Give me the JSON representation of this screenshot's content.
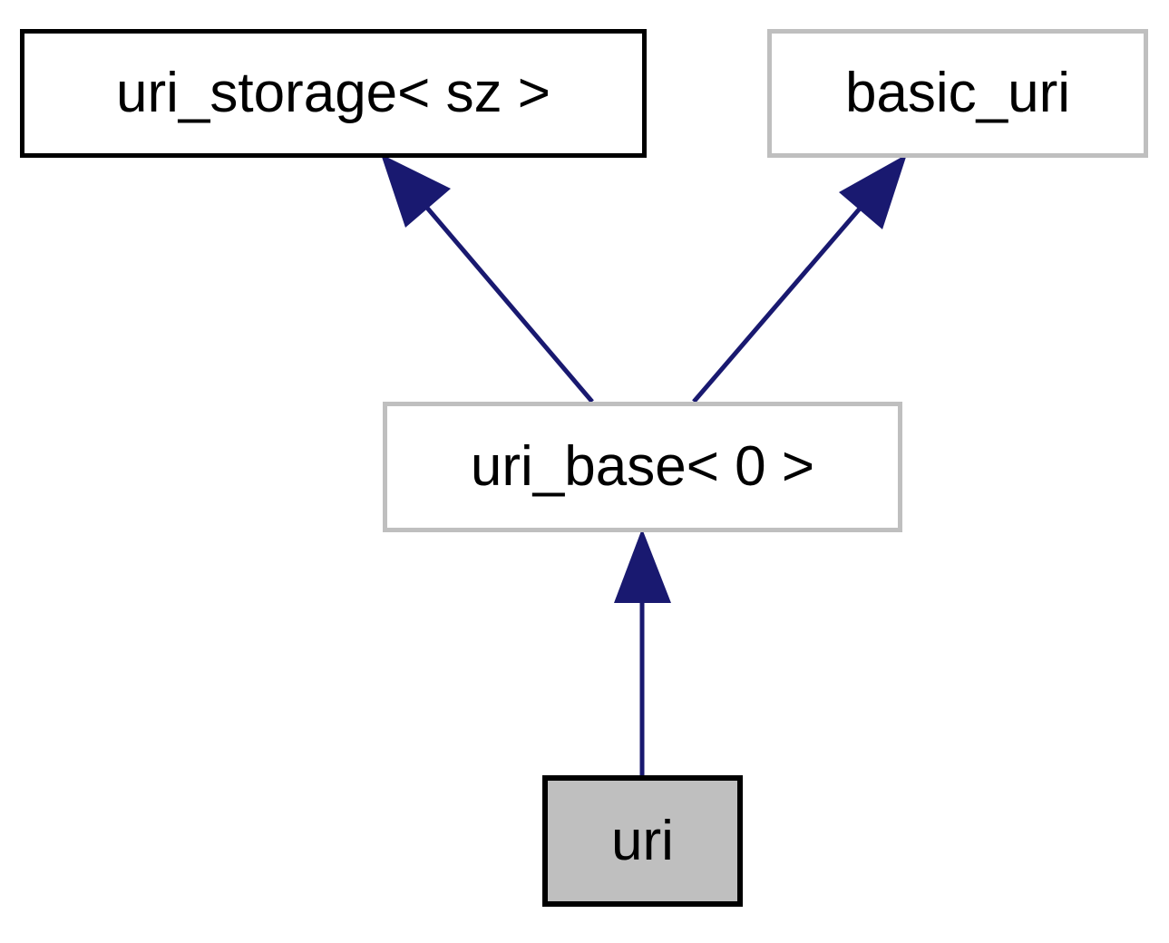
{
  "diagram": {
    "nodes": {
      "storage": "uri_storage< sz >",
      "basic": "basic_uri",
      "base": "uri_base< 0 >",
      "uri": "uri"
    },
    "edges": [
      {
        "from": "uri_base< 0 >",
        "to": "uri_storage< sz >"
      },
      {
        "from": "uri_base< 0 >",
        "to": "basic_uri"
      },
      {
        "from": "uri",
        "to": "uri_base< 0 >"
      }
    ],
    "colors": {
      "edge": "#191970",
      "gray_border": "#bfbfbf",
      "current_fill": "#bfbfbf",
      "solid_border": "#000000"
    }
  }
}
